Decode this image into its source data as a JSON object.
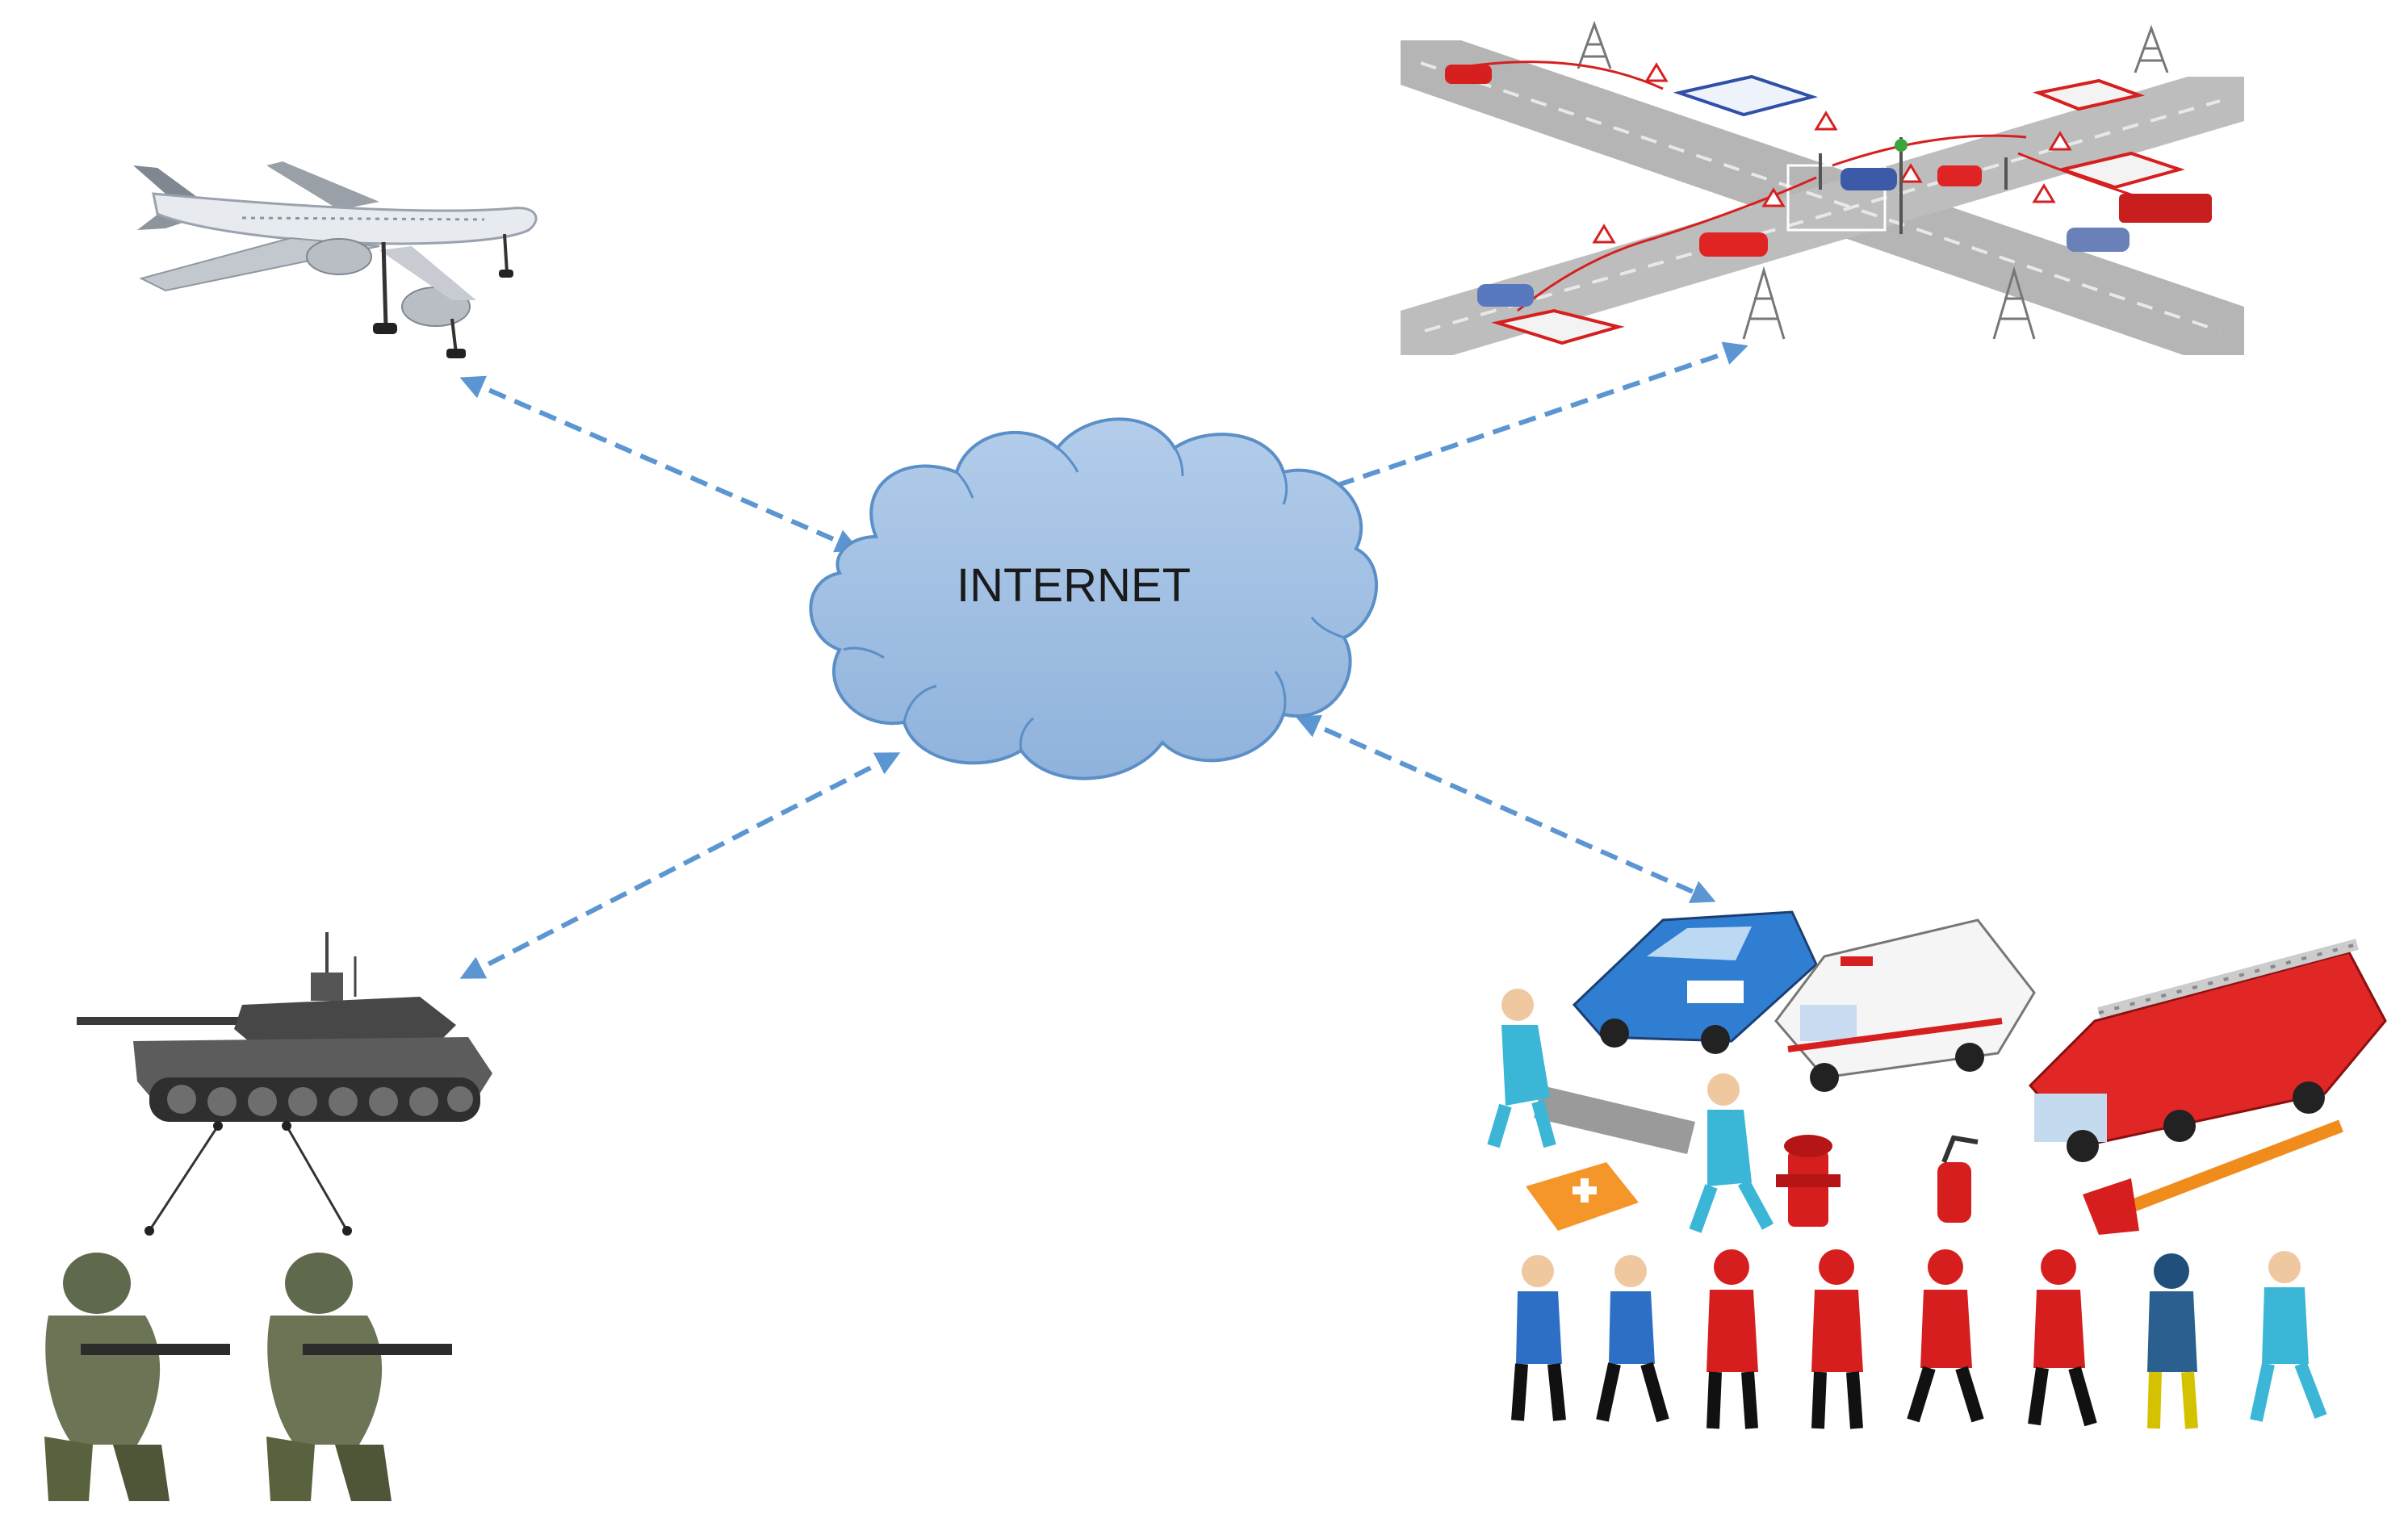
{
  "center": {
    "label": "INTERNET",
    "icon": "cloud-icon"
  },
  "nodes": [
    {
      "id": "aircraft",
      "icon": "airplane-icon"
    },
    {
      "id": "traffic",
      "icon": "traffic-intersection-icon"
    },
    {
      "id": "military",
      "icon": "tank-icon"
    },
    {
      "id": "emergency",
      "icon": "emergency-services-icon"
    }
  ],
  "colors": {
    "cloud_fill_top": "#a6c4e6",
    "cloud_fill_bottom": "#8fb2dc",
    "cloud_stroke": "#5b8fc7",
    "link": "#5b96d2",
    "road": "#b5b5b5"
  }
}
